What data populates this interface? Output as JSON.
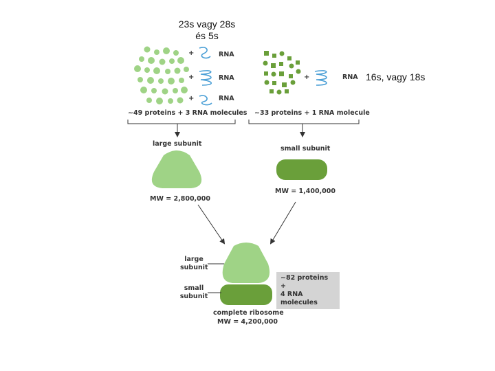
{
  "annotations": {
    "large_rrna": "23s vagy 28s\nés 5s",
    "small_rrna": "16s, vagy 18s"
  },
  "large": {
    "plus": [
      "+",
      "+",
      "+"
    ],
    "rna": [
      "RNA",
      "RNA",
      "RNA"
    ],
    "composition": "~49 proteins + 3 RNA molecules",
    "subunit_label": "large subunit",
    "mw": "MW = 2,800,000",
    "color": "#9fd386"
  },
  "small": {
    "plus": "+",
    "rna": "RNA",
    "composition": "~33 proteins + 1 RNA molecule",
    "subunit_label": "small subunit",
    "mw": "MW = 1,400,000",
    "color": "#6a9f3a"
  },
  "ribosome": {
    "large_label": "large\nsubunit",
    "small_label": "small\nsubunit",
    "composition": "~82 proteins +\n4 RNA molecules",
    "title": "complete ribosome",
    "mw": "MW = 4,200,000"
  },
  "colors": {
    "rna_strand": "#4a9fd6",
    "arrow": "#333333"
  }
}
